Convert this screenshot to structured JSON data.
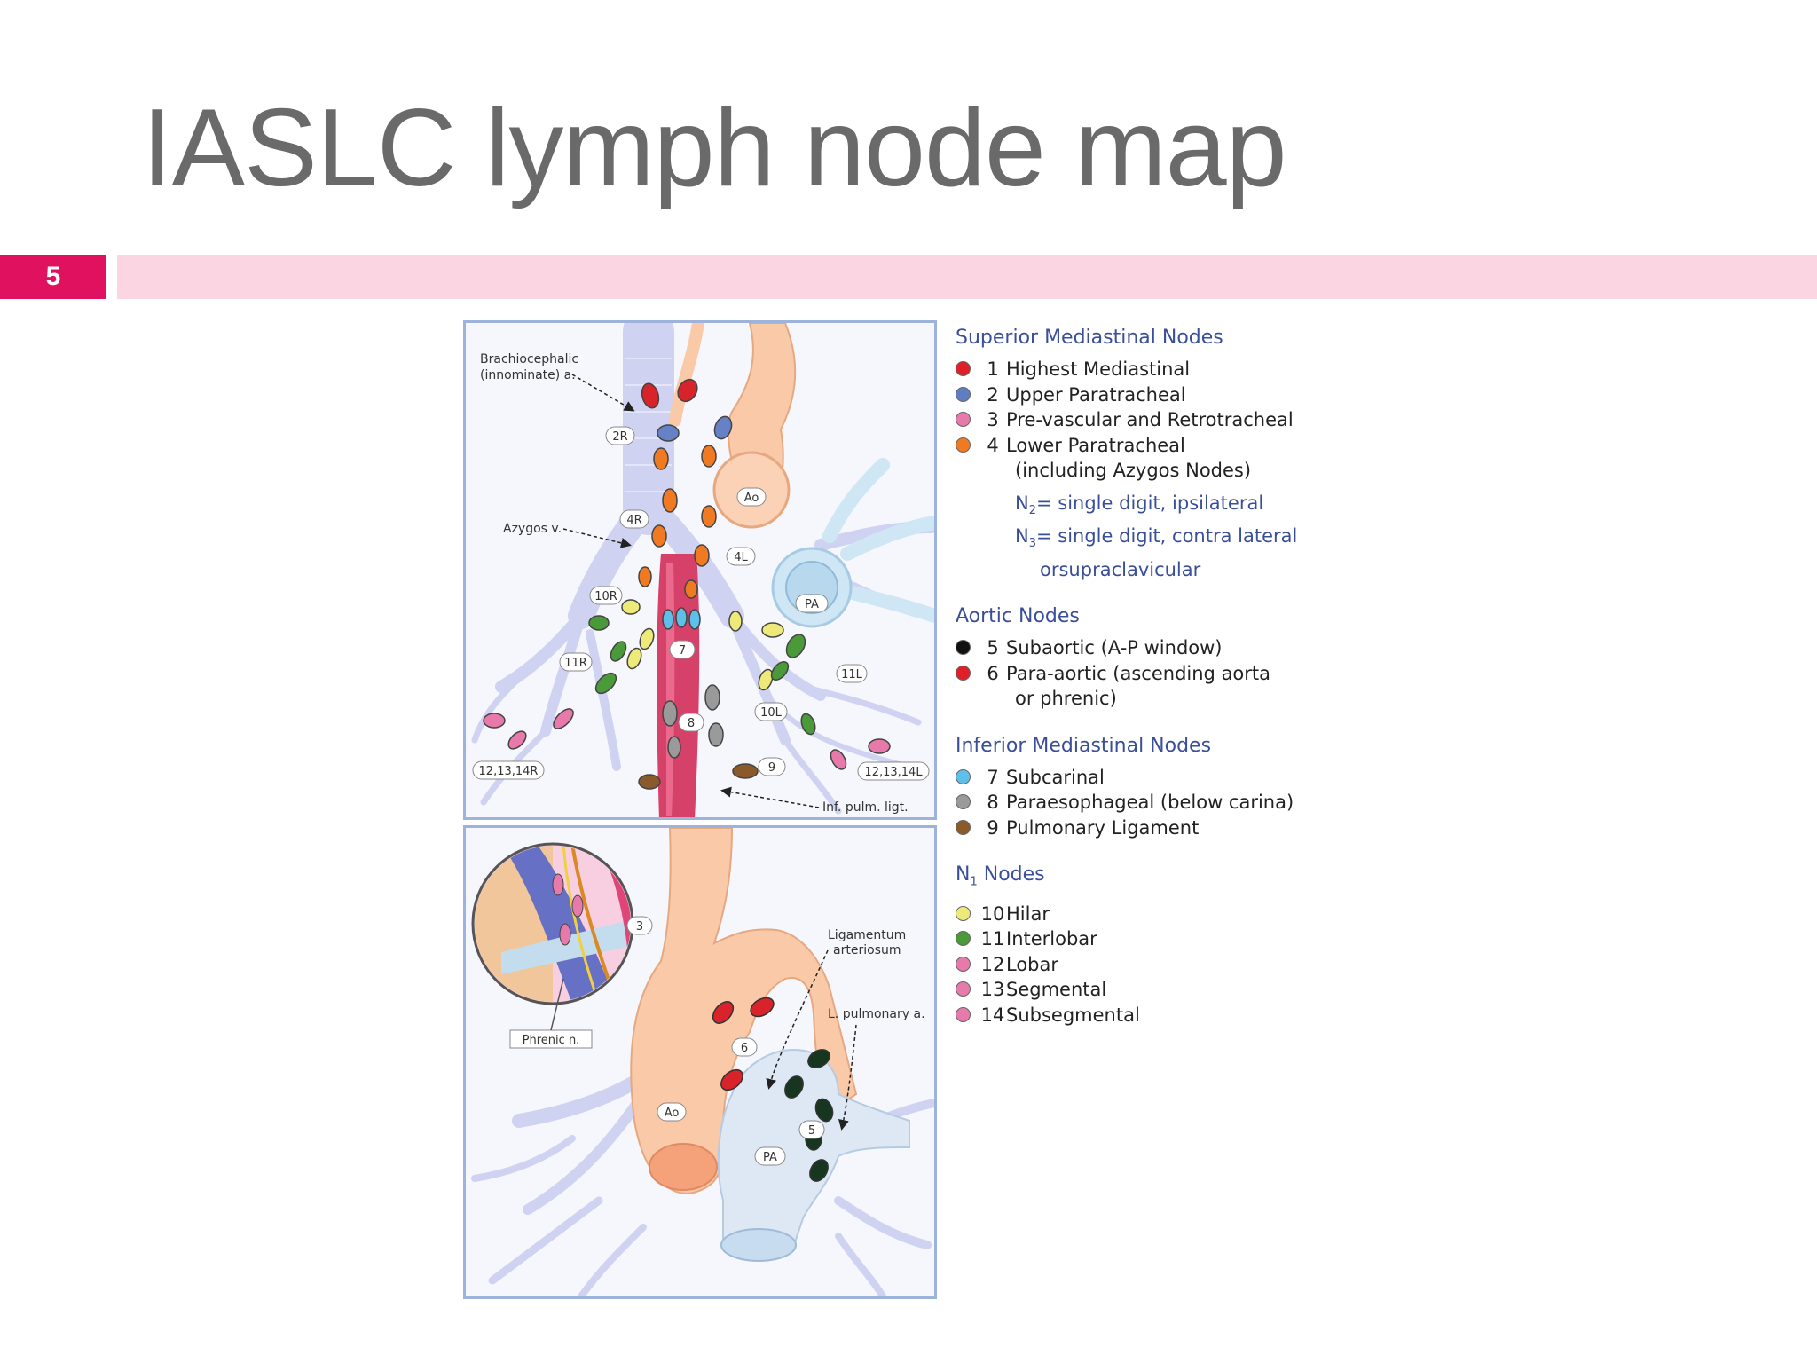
{
  "title": "IASLC lymph node map",
  "slide_number": "5",
  "colors": {
    "accent": "#e0115f",
    "band": "#fcd5e2",
    "legend_heading": "#3a4f9a",
    "panel_border": "#9db3dc"
  },
  "diagram_top": {
    "annotations": {
      "brachiocephalic": [
        "Brachiocephalic",
        "(innominate) a."
      ],
      "azygos": "Azygos v.",
      "inf_pulm": "Inf. pulm. ligt."
    },
    "tags": {
      "t2R": "2R",
      "t4R": "4R",
      "t10R": "10R",
      "t11R": "11R",
      "t12R": "12,13,14R",
      "tAo": "Ao",
      "t4L": "4L",
      "tPA": "PA",
      "t7": "7",
      "t8": "8",
      "t10L": "10L",
      "t11L": "11L",
      "t9": "9",
      "t12L": "12,13,14L"
    }
  },
  "diagram_bottom": {
    "annotations": {
      "ligamentum": [
        "Ligamentum",
        "arteriosum"
      ],
      "l_pulmonary": "L. pulmonary a.",
      "phrenic": "Phrenic n."
    },
    "tags": {
      "t3": "3",
      "t6": "6",
      "tAo": "Ao",
      "t5": "5",
      "tPA": "PA"
    }
  },
  "legend": {
    "superior": {
      "heading": "Superior Mediastinal Nodes",
      "items": [
        {
          "num": "1",
          "label": "Highest Mediastinal",
          "color": "#e02028"
        },
        {
          "num": "2",
          "label": "Upper Paratracheal",
          "color": "#5f7ec2"
        },
        {
          "num": "3",
          "label": "Pre-vascular and Retrotracheal",
          "color": "#e77aaa"
        },
        {
          "num": "4",
          "label": "Lower Paratracheal",
          "color": "#f07a22"
        }
      ],
      "continuation": "(including Azygos Nodes)",
      "n2_prefix": "N",
      "n2_sub": "2",
      "n2_text": "= single digit, ipsilateral",
      "n3_prefix": "N",
      "n3_sub": "3",
      "n3_text": "= single digit, contra lateral",
      "n3_text2": "orsupraclavicular"
    },
    "aortic": {
      "heading": "Aortic Nodes",
      "items": [
        {
          "num": "5",
          "label": "Subaortic (A-P window)",
          "color": "#111111"
        },
        {
          "num": "6",
          "label": "Para-aortic (ascending aorta",
          "color": "#e02028"
        }
      ],
      "continuation": "or phrenic)"
    },
    "inferior": {
      "heading": "Inferior Mediastinal Nodes",
      "items": [
        {
          "num": "7",
          "label": "Subcarinal",
          "color": "#5ec0ea"
        },
        {
          "num": "8",
          "label": "Paraesophageal (below carina)",
          "color": "#9a9a9a"
        },
        {
          "num": "9",
          "label": "Pulmonary Ligament",
          "color": "#8a5a2a"
        }
      ]
    },
    "n1": {
      "heading_prefix": "N",
      "heading_sub": "1",
      "heading_text": " Nodes",
      "items": [
        {
          "num": "10",
          "label": "Hilar",
          "color": "#eeea7a"
        },
        {
          "num": "11",
          "label": "Interlobar",
          "color": "#4a9a3a"
        },
        {
          "num": "12",
          "label": "Lobar",
          "color": "#e77aaa"
        },
        {
          "num": "13",
          "label": "Segmental",
          "color": "#e77aaa"
        },
        {
          "num": "14",
          "label": "Subsegmental",
          "color": "#e77aaa"
        }
      ]
    }
  }
}
